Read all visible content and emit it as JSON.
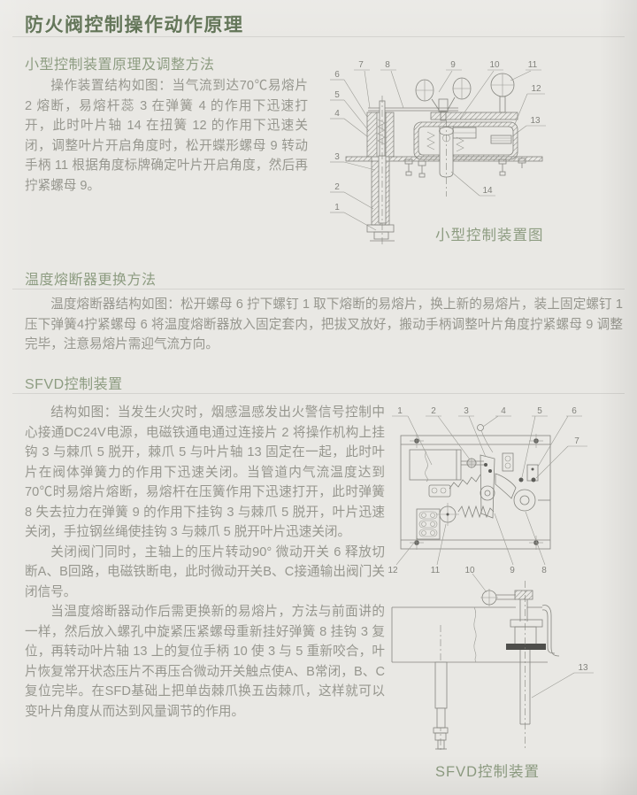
{
  "title": "防火阀控制操作动作原理",
  "section1": {
    "heading": "小型控制装置原理及调整方法",
    "paragraph": "操作装置结构如图：当气流到达70℃易熔片 2 熔断，易熔杆蕊 3 在弹簧 4 的作用下迅速打开，此时叶片轴 14 在扭簧 12 的作用下迅速关闭，调整叶片开启角度时，松开蝶形螺母 9 转动手柄 11 根据角度标牌确定叶片开启角度，然后再拧紧螺母 9。",
    "figure_caption": "小型控制装置图",
    "figure_labels": [
      "1",
      "2",
      "3",
      "4",
      "5",
      "6",
      "7",
      "8",
      "9",
      "10",
      "11",
      "12",
      "13",
      "14"
    ]
  },
  "section2": {
    "heading": "温度熔断器更换方法",
    "paragraph": "温度熔断器结构如图：松开螺母 6 拧下螺钉 1 取下熔断的易熔片，换上新的易熔片，装上固定螺钉 1 压下弹簧4拧紧螺母 6 将温度熔断器放入固定套内，把拔叉放好，搬动手柄调整叶片角度拧紧螺母 9 调整完毕，注意易熔片需迎气流方向。"
  },
  "section3": {
    "heading": "SFVD控制装置",
    "paragraph1": "结构如图：当发生火灾时，烟感温感发出火警信号控制中心接通DC24V电源，电磁铁通电通过连接片 2 将操作机构上挂钩 3 与棘爪 5 脱开，棘爪 5 与叶片轴 13 固定在一起，此时叶片在阀体弹簧力的作用下迅速关闭。当管道内气流温度达到70℃时易熔片熔断，易熔杆在压簧作用下迅速打开，此时弹簧 8 失去拉力在弹簧 9 的作用下挂钩 3 与棘爪 5 脱开，叶片迅速关闭，手拉钢丝绳使挂钩 3 与棘爪 5 脱开叶片迅速关闭。",
    "paragraph2": "关闭阀门同时，主轴上的压片转动90° 微动开关 6 释放切断A、B回路，电磁铁断电，此时微动开关B、C接通输出阀门关闭信号。",
    "paragraph3": "当温度熔断器动作后需更换新的易熔片，方法与前面讲的一样，然后放入螺孔中旋紧压紧螺母重新挂好弹簧 8 挂钩 3 复位，再转动叶片轴 13 上的复位手柄 10 使 3 与 5 重新咬合，叶片恢复常开状态压片不再压合微动开关触点使A、B常闭，B、C复位完毕。在SFD基础上把单齿棘爪换五齿棘爪，这样就可以变叶片角度从而达到风量调节的作用。",
    "figure_caption": "SFVD控制装置",
    "figure_labels": [
      "1",
      "2",
      "3",
      "4",
      "5",
      "6",
      "7",
      "8",
      "9",
      "10",
      "11",
      "12",
      "13"
    ]
  },
  "colors": {
    "background": "#e9e8e4",
    "title_green": "#5e7153",
    "heading_green": "#8d9c81",
    "body_gray": "#96968e",
    "divider": "#d4d3cf",
    "line_art": "#85857f"
  }
}
